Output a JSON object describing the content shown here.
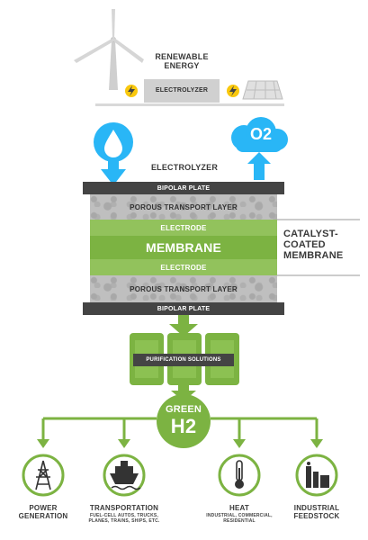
{
  "header": {
    "renewable_energy": "RENEWABLE ENERGY",
    "electrolyzer_box": "ELECTROLYZER"
  },
  "electrolyzer": {
    "title": "ELECTROLYZER",
    "o2_label": "O2",
    "layers": {
      "bipolar_plate_top": "BIPOLAR PLATE",
      "ptl_top": "POROUS TRANSPORT LAYER",
      "electrode_top": "ELECTRODE",
      "membrane": "MEMBRANE",
      "electrode_bottom": "ELECTRODE",
      "ptl_bottom": "POROUS TRANSPORT LAYER",
      "bipolar_plate_bottom": "BIPOLAR PLATE"
    },
    "ccm_label": "CATALYST-COATED MEMBRANE"
  },
  "purification": {
    "label": "PURIFICATION SOLUTIONS"
  },
  "green_h2": {
    "line1": "GREEN",
    "line2": "H2"
  },
  "applications": [
    {
      "title": "POWER GENERATION",
      "sub": ""
    },
    {
      "title": "TRANSPORTATION",
      "sub": "FUEL-CELL AUTOS, TRUCKS, PLANES, TRAINS, SHIPS, ETC."
    },
    {
      "title": "HEAT",
      "sub": "INDUSTRIAL, COMMERCIAL, RESIDENTIAL"
    },
    {
      "title": "INDUSTRIAL FEEDSTOCK",
      "sub": ""
    }
  ],
  "colors": {
    "green": "#7cb342",
    "blue": "#29b6f6",
    "dark": "#444444",
    "yellow": "#f9c80e"
  }
}
